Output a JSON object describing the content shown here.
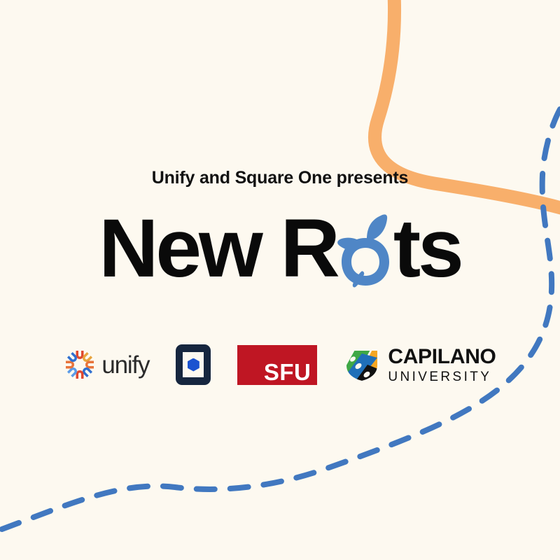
{
  "poster": {
    "background_color": "#FDF9F0",
    "presenter_line": "Unify and Square One presents",
    "title_prefix": "New R",
    "title_middle": "o",
    "title_suffix": "ts",
    "title_full": "New Roots",
    "title_color": "#0A0A0A",
    "accent_blue": "#4F86C6",
    "accent_orange": "#F8AF6B"
  },
  "decor": {
    "orange_curve_name": "orange-wave",
    "orange_curve_color": "#F8AF6B",
    "dashed_curve_name": "blue-dashed-wave",
    "dashed_curve_color": "#4178C0"
  },
  "logos": [
    {
      "id": "unify",
      "name": "unify-logo",
      "wordmark": "unify",
      "mark_colors": [
        "#E8743B",
        "#E04A2F",
        "#2F6FD0",
        "#5B9BE8",
        "#E8A33D"
      ],
      "text_color": "#2B2B2B"
    },
    {
      "id": "square-one",
      "name": "square-one-logo",
      "wordmark": "",
      "frame_color": "#16263F",
      "inner_color": "#FDF9F0",
      "hex_color": "#1B53D0"
    },
    {
      "id": "sfu",
      "name": "sfu-logo",
      "wordmark": "SFU",
      "box_color": "#BF1623",
      "text_color": "#FFFFFF"
    },
    {
      "id": "capilano",
      "name": "capilano-university-logo",
      "wordmark": "CAPILANO",
      "subtitle": "UNIVERSITY",
      "shield_colors": [
        "#3FA845",
        "#F5A623",
        "#1F6FB8",
        "#111111"
      ],
      "text_color": "#111111"
    }
  ]
}
